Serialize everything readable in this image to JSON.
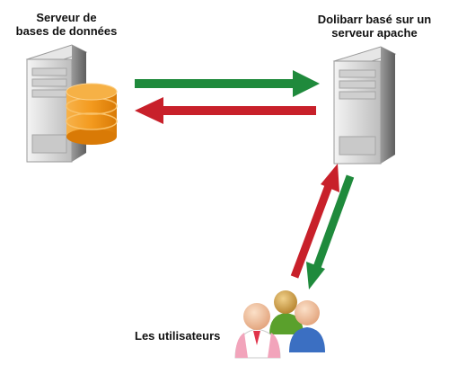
{
  "nodes": {
    "database_server": {
      "label_line1": "Serveur de",
      "label_line2": "bases de données"
    },
    "app_server": {
      "label_line1": "Dolibarr basé sur un",
      "label_line2": "serveur apache"
    },
    "users": {
      "label": "Les utilisateurs"
    }
  },
  "colors": {
    "arrow_green": "#1f8a3c",
    "arrow_red": "#c8202a",
    "db_orange": "#f39a1e",
    "server_gray": "#d8d8d8"
  },
  "icons": [
    "server-icon",
    "database-icon",
    "users-icon"
  ]
}
